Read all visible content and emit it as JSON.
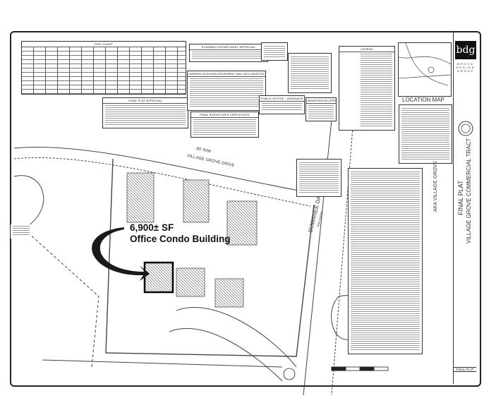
{
  "callout": {
    "area": "6,900± SF",
    "label": "Office Condo Building"
  },
  "panels": {
    "pipe_chart": "PIPE CHART",
    "planning_approval": "PLANNING DEPARTMENT APPROVAL",
    "owners_ack": "OWNERS ACKNOWLEDGEMENT AND DECLARATION",
    "final_plat_approval": "FINAL PLAT APPROVAL",
    "surveyor_cert": "FINAL SURVEYOR'S CERTIFICATE",
    "public_notice": "PUBLIC NOTICE - DRAINAGE",
    "owner_developer": "OWNER/DEVELOPER",
    "legend": "LEGEND",
    "location_map": "LOCATION MAP"
  },
  "roads": {
    "village_grove": "VILLAGE GROVE DRIVE",
    "village_grove_rw": "80' R/W",
    "suwanee_dam": "SUWANEE DAM ROAD",
    "suwanee_dam_rw": "R/W VARIES"
  },
  "title_block": {
    "logo": "bdg",
    "firm": "BROCK DESIGN GROUP",
    "aka": "AKA VILLAGE GROVE",
    "sheet_title": "FINAL PLAT",
    "project": "VILLAGE GROVE COMMERCIAL TRACT",
    "sheet_label": "FINAL PLAT"
  },
  "colors": {
    "ink": "#111111",
    "paper": "#ffffff",
    "callout_arrow": "#1a1a1a"
  }
}
